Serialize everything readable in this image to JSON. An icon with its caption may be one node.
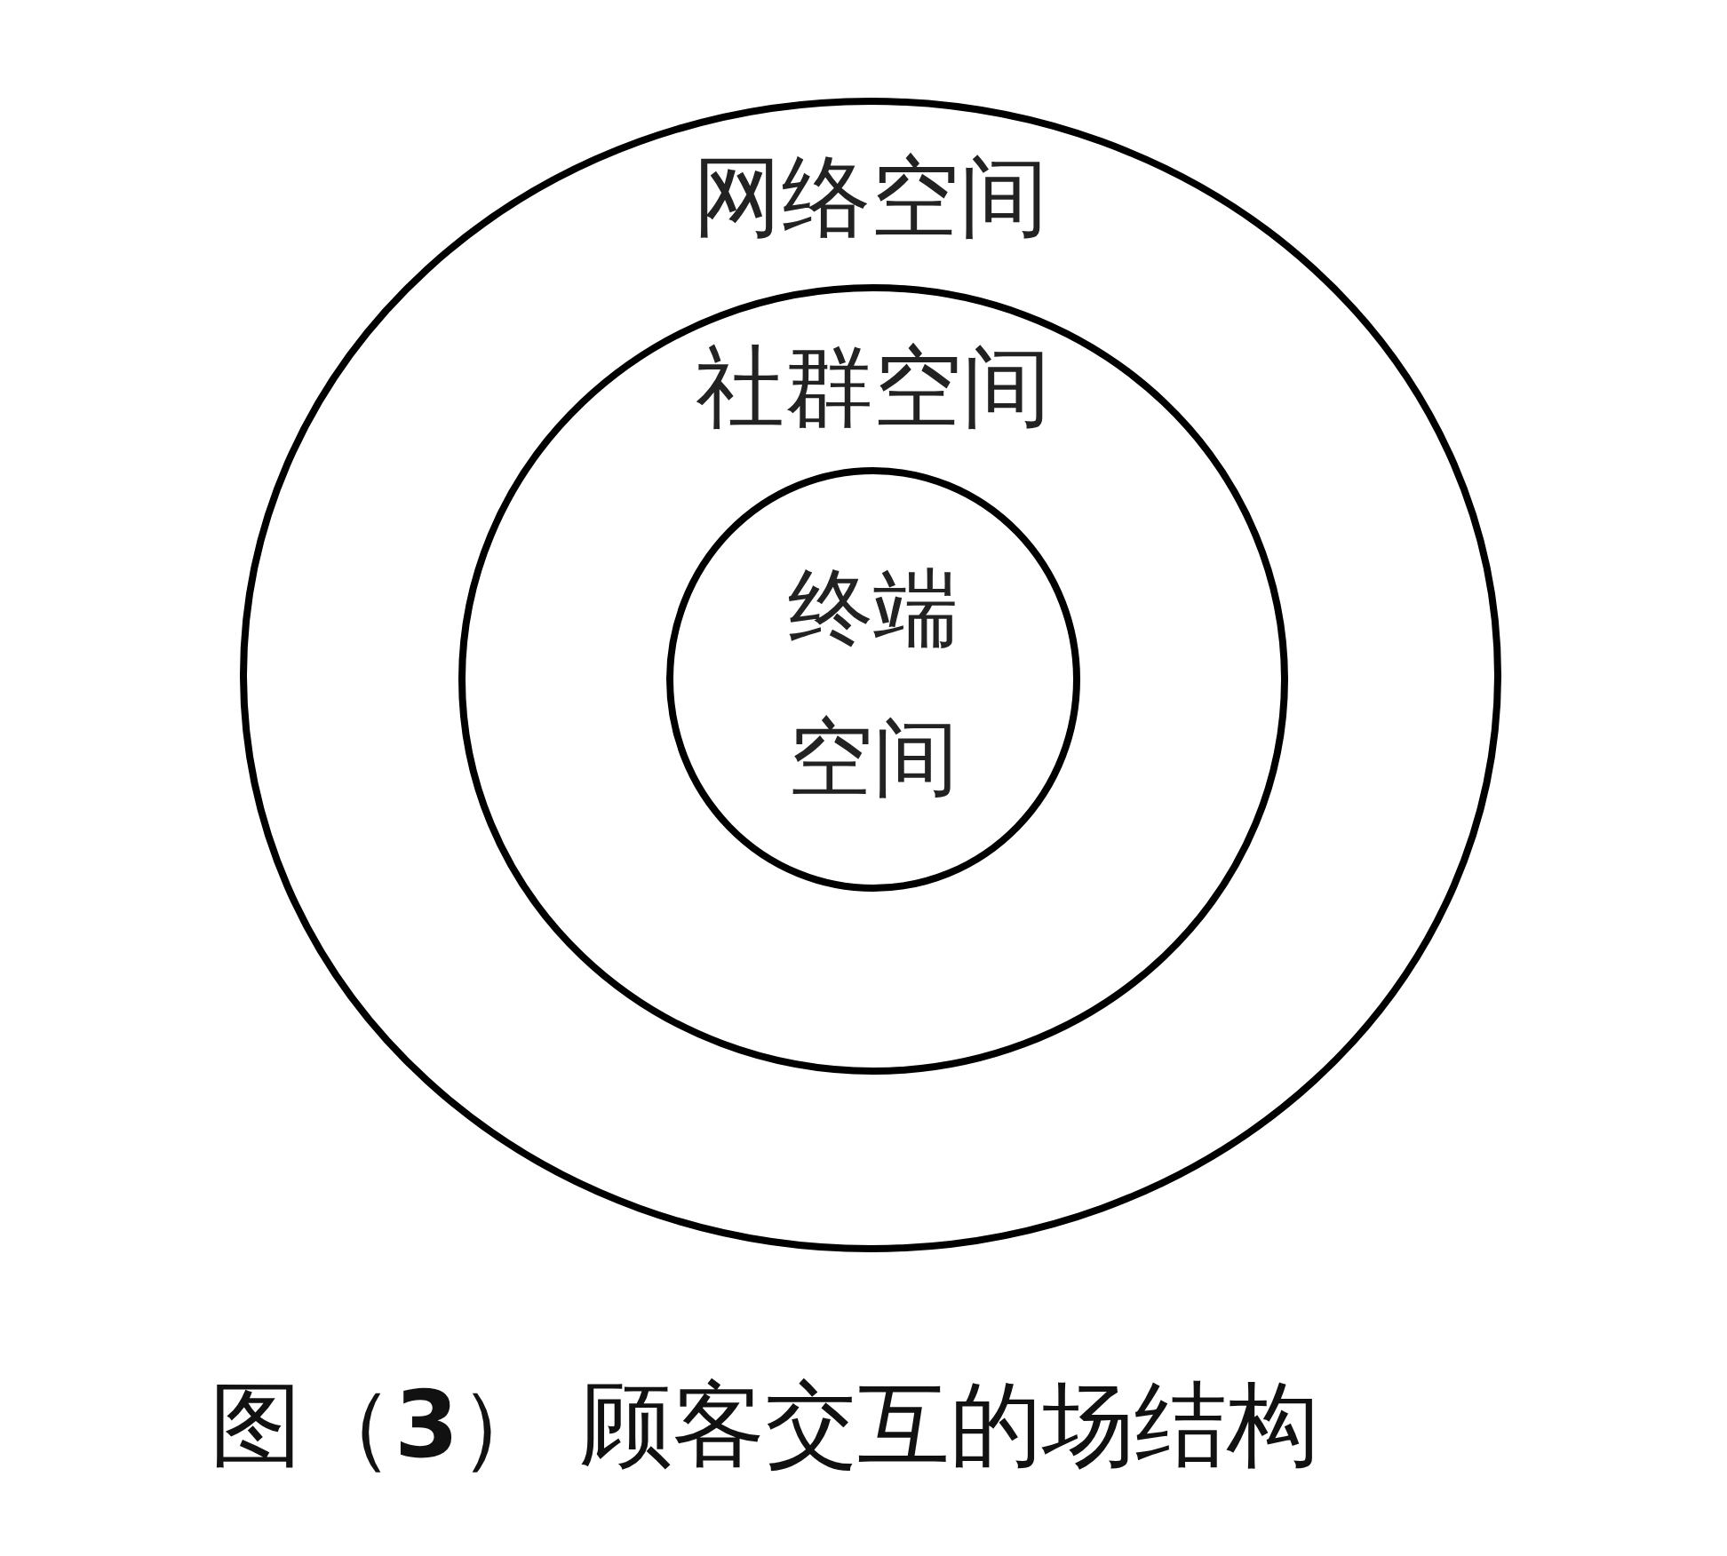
{
  "diagram": {
    "caption": "图（**3**） 顾客交互的场结构",
    "nodes": [
      {
        "text": [
          "网络空间"
        ]
      },
      {
        "text": [
          "社群空间"
        ],
        "in": 0
      },
      {
        "text": [
          "终端空间"
        ],
        "in": 1
      }
    ]
  }
}
